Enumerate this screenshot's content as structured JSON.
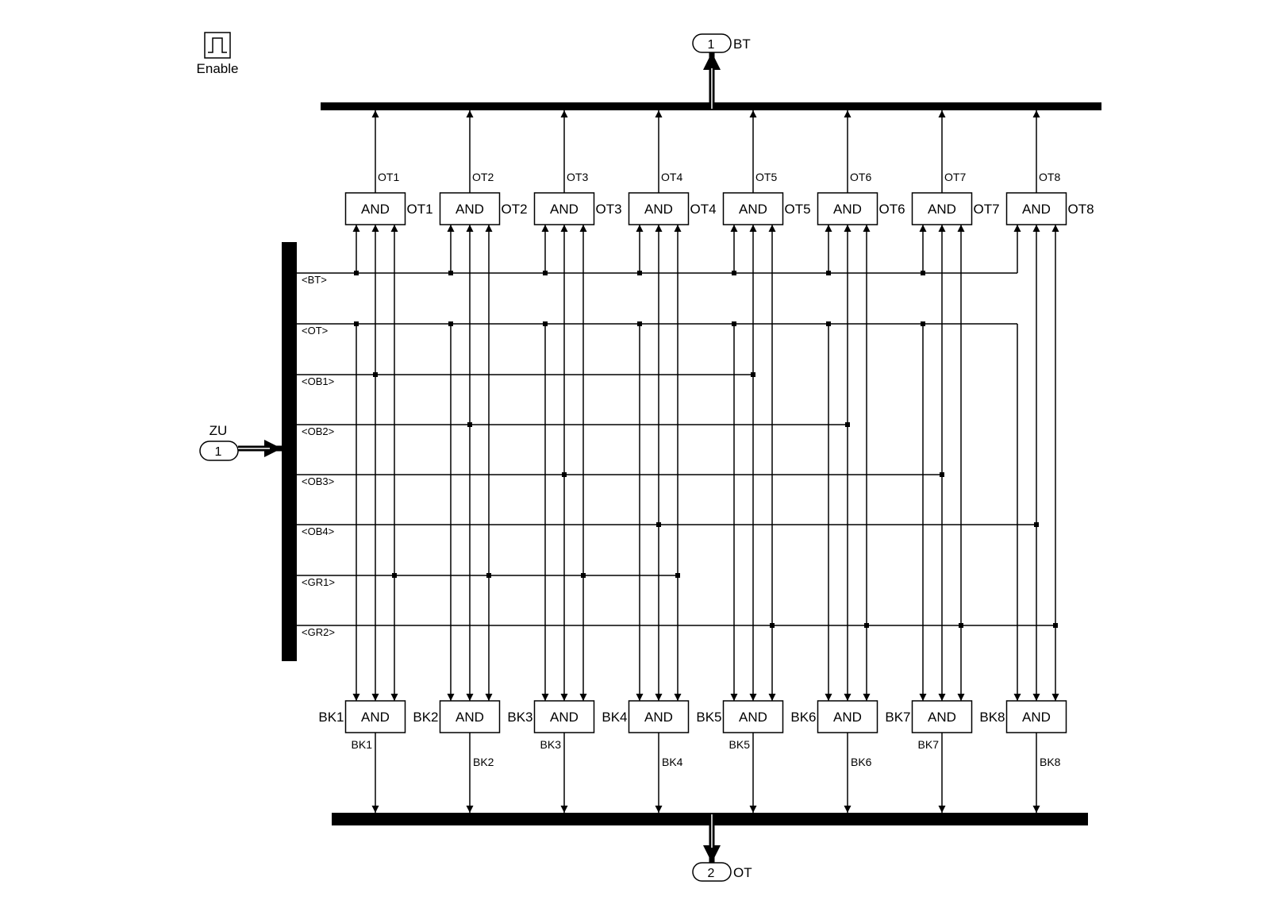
{
  "enable_block": {
    "label": "Enable",
    "icon": "enable-pulse-icon"
  },
  "inport": {
    "number": "1",
    "name": "ZU"
  },
  "outport_top": {
    "number": "1",
    "name": "BT"
  },
  "outport_bottom": {
    "number": "2",
    "name": "OT"
  },
  "block_label": "AND",
  "bus_signals": [
    "<BT>",
    "<OT>",
    "<OB1>",
    "<OB2>",
    "<OB3>",
    "<OB4>",
    "<GR1>",
    "<GR2>"
  ],
  "top_gates": [
    {
      "out": "OT1",
      "line": "OT1"
    },
    {
      "out": "OT2",
      "line": "OT2"
    },
    {
      "out": "OT3",
      "line": "OT3"
    },
    {
      "out": "OT4",
      "line": "OT4"
    },
    {
      "out": "OT5",
      "line": "OT5"
    },
    {
      "out": "OT6",
      "line": "OT6"
    },
    {
      "out": "OT7",
      "line": "OT7"
    },
    {
      "out": "OT8",
      "line": "OT8"
    }
  ],
  "bottom_gates": [
    {
      "out": "BK1",
      "line": "BK1"
    },
    {
      "out": "BK2",
      "line": "BK2"
    },
    {
      "out": "BK3",
      "line": "BK3"
    },
    {
      "out": "BK4",
      "line": "BK4"
    },
    {
      "out": "BK5",
      "line": "BK5"
    },
    {
      "out": "BK6",
      "line": "BK6"
    },
    {
      "out": "BK7",
      "line": "BK7"
    },
    {
      "out": "BK8",
      "line": "BK8"
    }
  ],
  "colors": {
    "line": "#000000",
    "background": "#ffffff"
  }
}
